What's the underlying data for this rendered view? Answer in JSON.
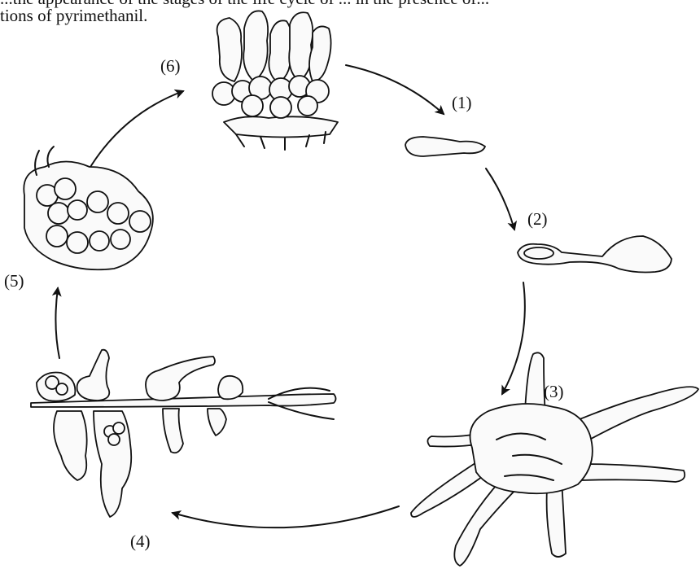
{
  "caption": {
    "line_top_clipped": "...the appearance of the stages of the life cycle of ... in the presence of...",
    "line_visible": "tions of pyrimethanil."
  },
  "stages": [
    {
      "id": 1,
      "label": "(1)"
    },
    {
      "id": 2,
      "label": "(2)"
    },
    {
      "id": 3,
      "label": "(3)"
    },
    {
      "id": 4,
      "label": "(4)"
    },
    {
      "id": 5,
      "label": "(5)"
    },
    {
      "id": 6,
      "label": "(6)"
    }
  ]
}
